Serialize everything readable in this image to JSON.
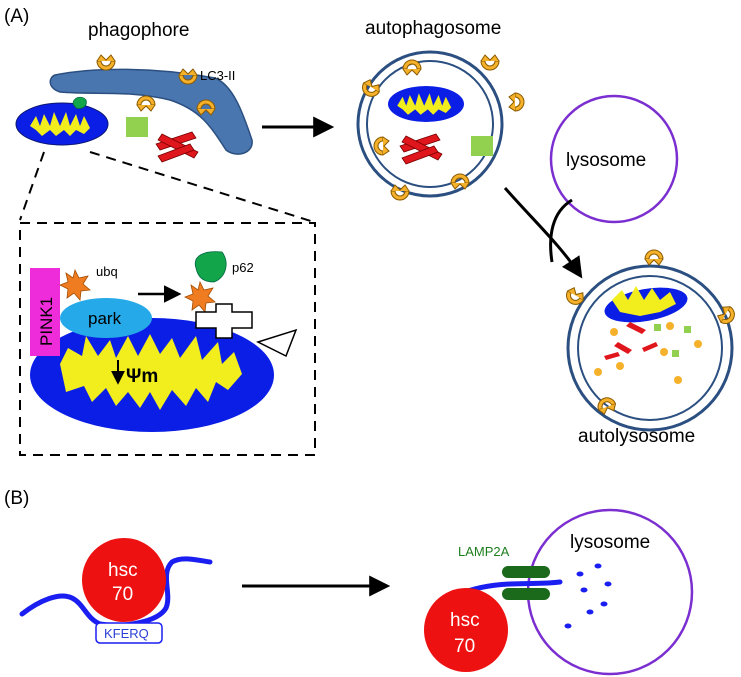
{
  "panel_a": {
    "label": "(A)",
    "phagophore": "phagophore",
    "autophagosome": "autophagosome",
    "lc3": "LC3-II",
    "lysosome": "lysosome",
    "autolysosome": "autolysosome",
    "pink1": "PINK1",
    "ubq": "ubq",
    "p62": "p62",
    "park": "park",
    "psi_m": "Ψm"
  },
  "panel_b": {
    "label": "(B)",
    "hsc_top": "hsc",
    "hsc_bottom": "70",
    "kferq": "KFERQ",
    "lamp2a": "LAMP2A",
    "lysosome": "lysosome"
  },
  "colors": {
    "membrane_blue": "#4a76b0",
    "mito_blue": "#0a1ee6",
    "mito_yellow": "#f2ee1e",
    "lc3_yellow": "#f5b12a",
    "green_square": "#92d050",
    "red_protein": "#e0161d",
    "pink1_magenta": "#ef2cd9",
    "ubq_orange": "#f07c22",
    "p62_green": "#13a54a",
    "park_cyan": "#25a9e8",
    "lysosome_purple": "#7b2fd0",
    "hsc_red": "#ee1111",
    "lamp2a_green": "#1b6a1b",
    "chain_blue": "#1a1ef0"
  }
}
